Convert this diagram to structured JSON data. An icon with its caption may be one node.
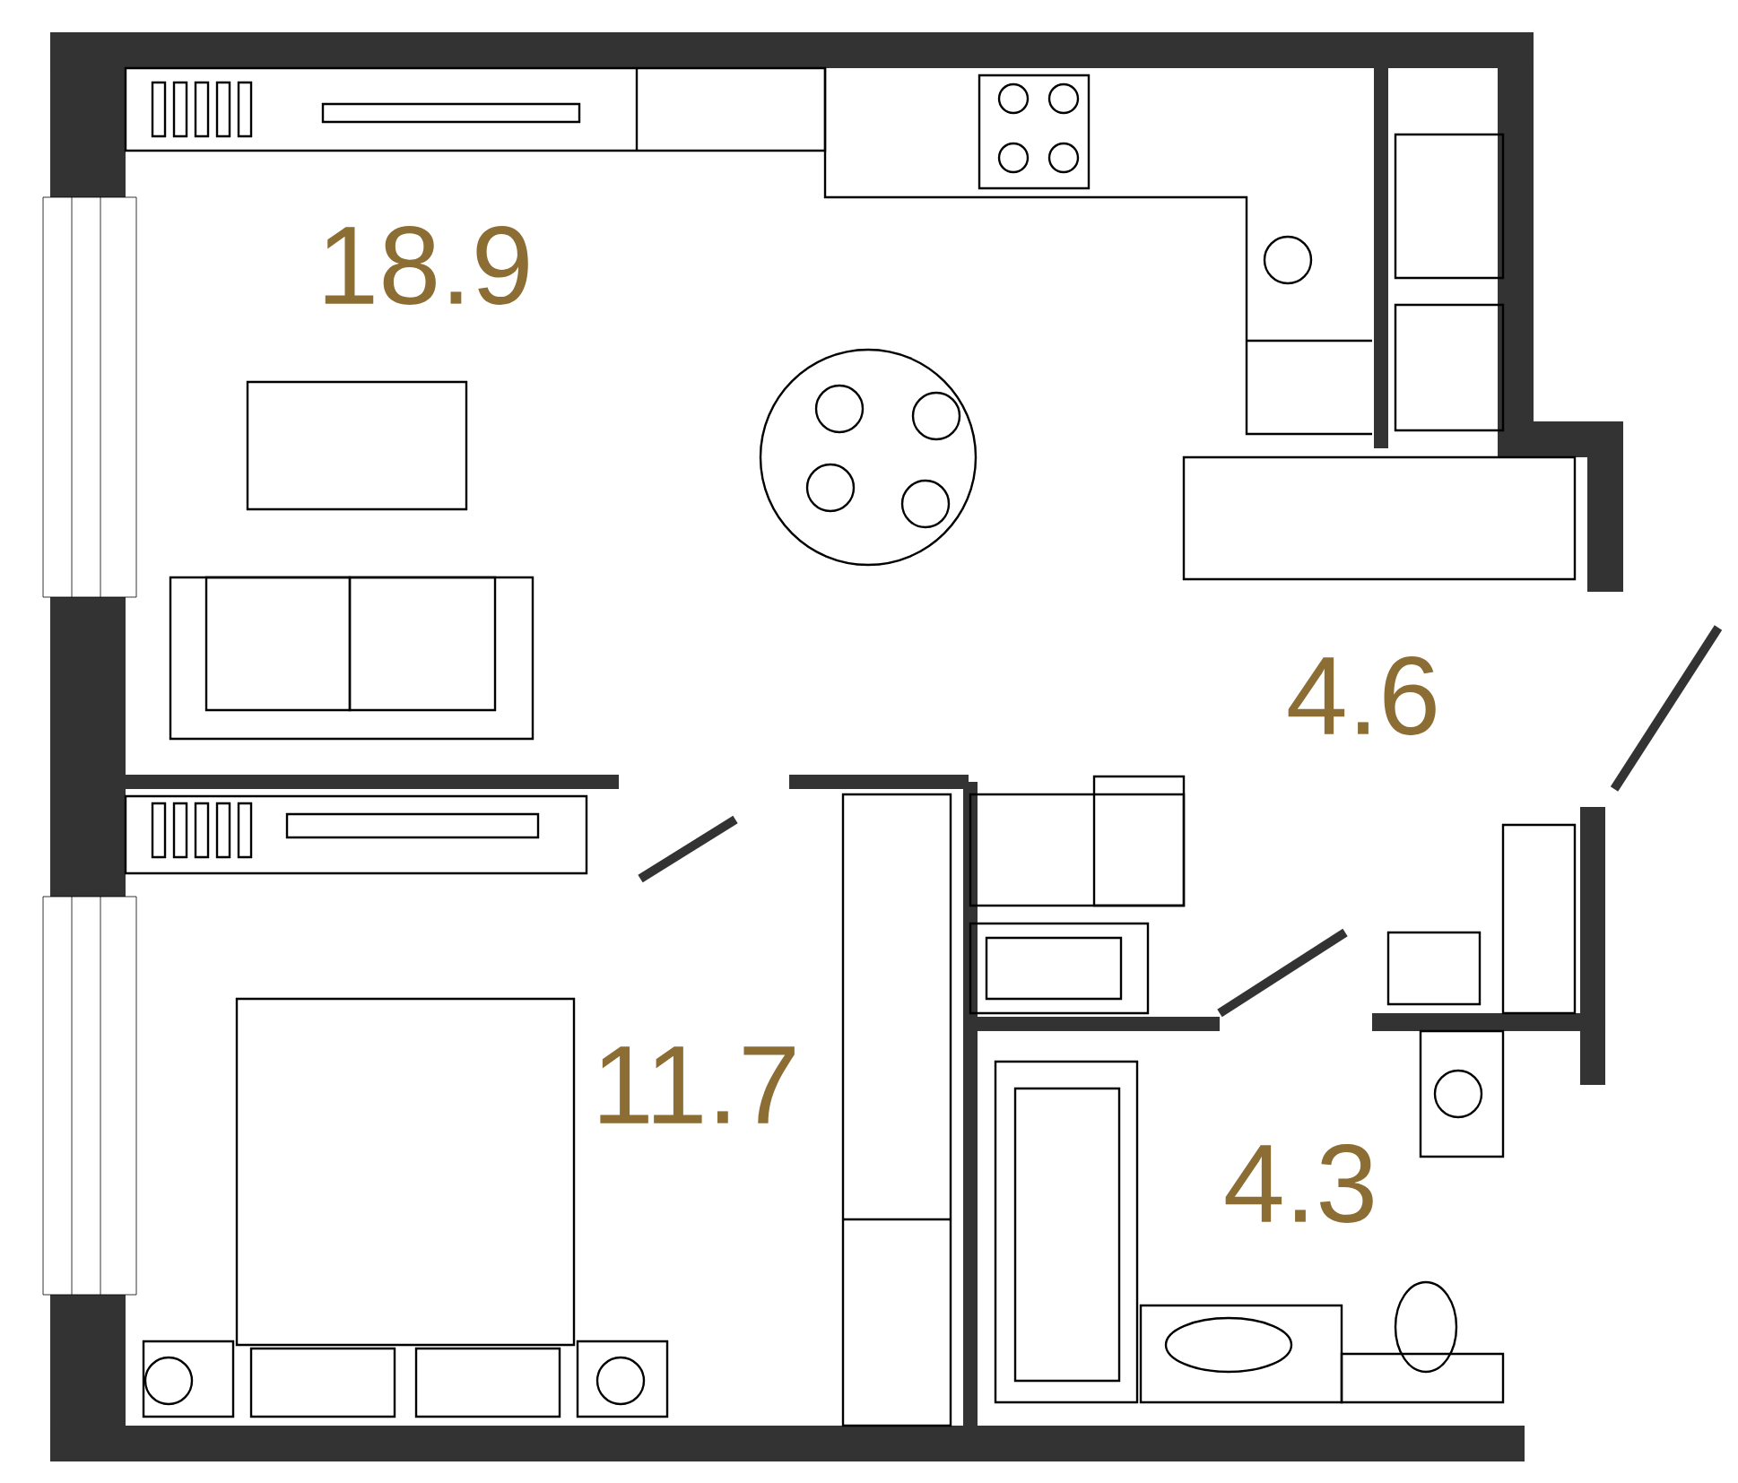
{
  "diagram": {
    "labels": [
      "18.9",
      "4.6",
      "11.7",
      "4.3"
    ]
  }
}
